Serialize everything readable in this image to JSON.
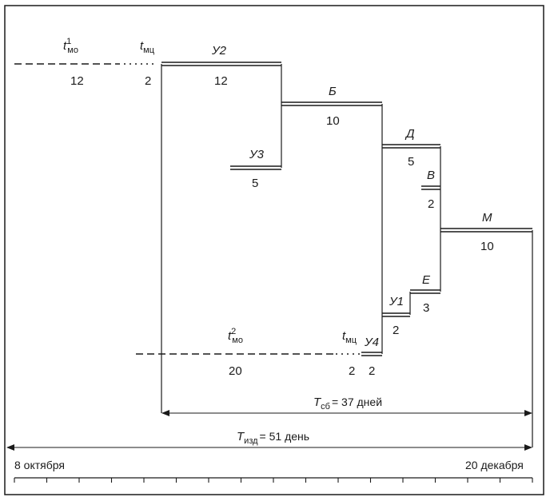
{
  "operations": {
    "t_mo1": {
      "symbol": "t",
      "sub": "мо",
      "sup": "1",
      "duration": "12"
    },
    "t_mc_top": {
      "symbol": "t",
      "sub": "мц",
      "duration": "2"
    },
    "u2": {
      "label": "У2",
      "duration": "12"
    },
    "u3": {
      "label": "У3",
      "duration": "5"
    },
    "b": {
      "label": "Б",
      "duration": "10"
    },
    "d": {
      "label": "Д",
      "duration": "5"
    },
    "v": {
      "label": "В",
      "duration": "2"
    },
    "m": {
      "label": "М",
      "duration": "10"
    },
    "e": {
      "label": "Е",
      "duration": "3"
    },
    "u1": {
      "label": "У1",
      "duration": "2"
    },
    "u4": {
      "label": "У4",
      "duration": "2"
    },
    "t_mo2": {
      "symbol": "t",
      "sub": "мо",
      "sup": "2",
      "duration": "20"
    },
    "t_mc_bottom": {
      "symbol": "t",
      "sub": "мц",
      "duration": "2"
    }
  },
  "spans": {
    "t_sb": {
      "symbol": "T",
      "sub": "сб",
      "value": "= 37 дней"
    },
    "t_izd": {
      "symbol": "T",
      "sub": "изд",
      "value": "= 51 день"
    }
  },
  "timeline": {
    "start_label": "8 октября",
    "end_label": "20 декабря"
  }
}
